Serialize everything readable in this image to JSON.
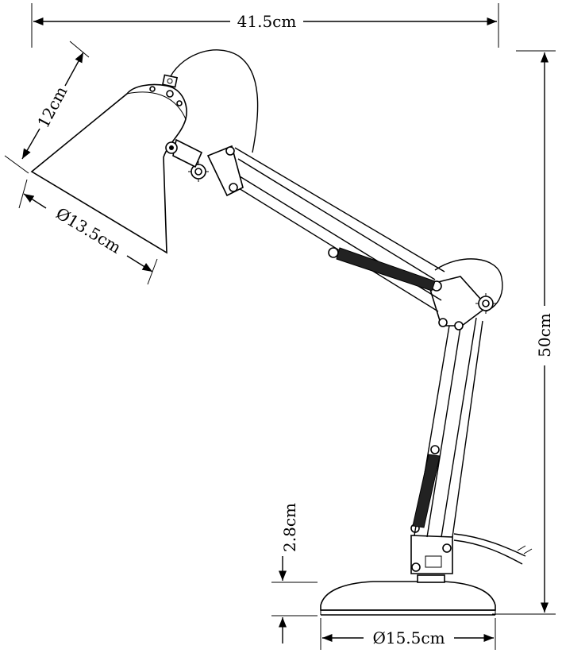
{
  "dimensions": {
    "width_total": "41.5cm",
    "height_total": "50cm",
    "shade_height": "12cm",
    "shade_diameter": "Ø13.5cm",
    "base_height": "2.8cm",
    "base_diameter": "Ø15.5cm"
  },
  "colors": {
    "line": "#000000",
    "background": "#ffffff"
  }
}
